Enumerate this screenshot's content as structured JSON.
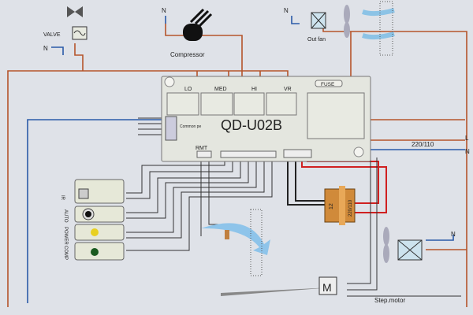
{
  "diagram": {
    "board_model": "QD-U02B",
    "relay_labels": [
      "LO",
      "MED",
      "HI",
      "VR"
    ],
    "fuse_label": "FUSE",
    "common_pin_label": "Common pe",
    "rmt_label": "RMT",
    "power_label": "220/110",
    "line_L": "L",
    "line_N": "N",
    "valve_label": "VALVE",
    "valve_N": "N",
    "compressor_label": "Compressor",
    "compressor_N": "N",
    "out_fan_label": "Out fan",
    "out_fan_N": "N",
    "indoor_fan_N": "N",
    "step_motor_label": "Step.motor",
    "transformer_low": "12",
    "transformer_high": "220/110",
    "indicator_labels": [
      "IR",
      "AUTO",
      "POWER",
      "COMP"
    ],
    "colors": {
      "brown_wire": "#b5542a",
      "blue_wire": "#2a5aa8",
      "black_wire": "#222222",
      "red_wire": "#d02020",
      "board": "#e4e6df"
    }
  }
}
